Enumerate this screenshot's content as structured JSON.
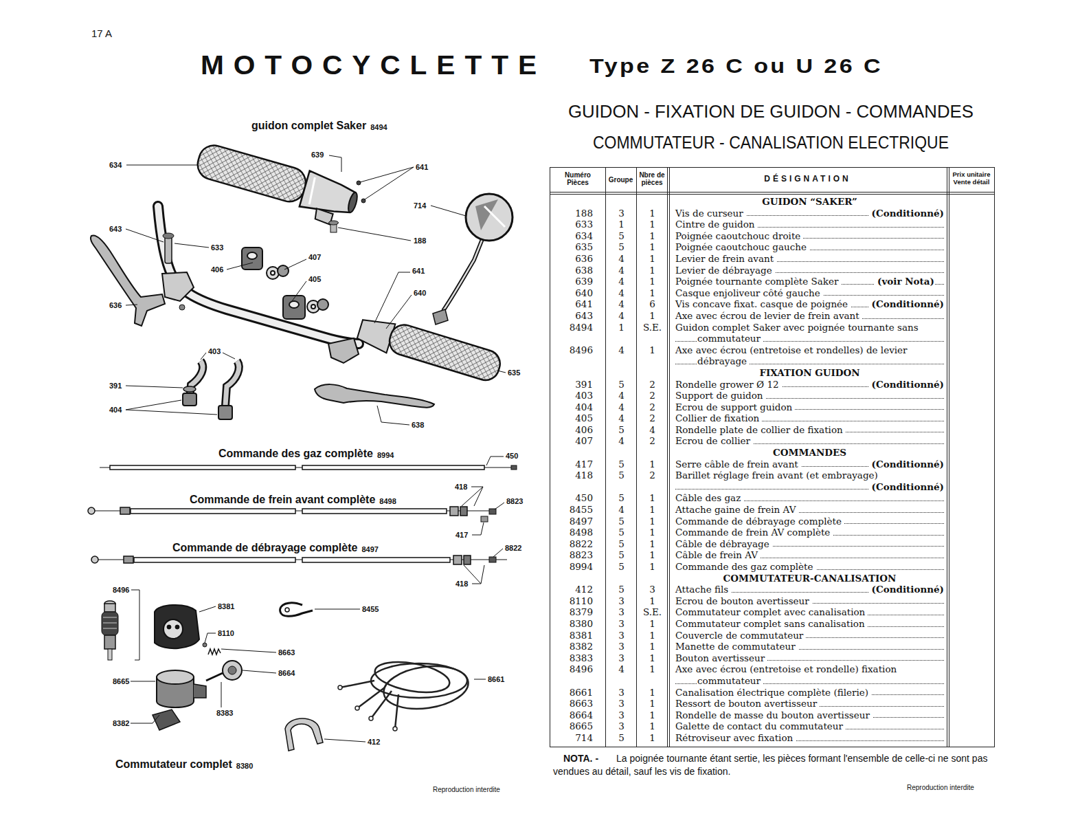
{
  "diagram": {
    "title": "MOTOCYCLETTE",
    "labels": [
      "17 A",
      "Type Z 26 C ou U 26 C",
      "GUIDON - FIXATION DE GUIDON - COMMANDES",
      "COMMUTATEUR - CANALISATION ELECTRIQUE",
      "guidon complet Saker",
      "8494",
      "634",
      "639",
      "641",
      "714",
      "188",
      "643",
      "633",
      "407",
      "406",
      "405",
      "641",
      "640",
      "636",
      "403",
      "635",
      "391",
      "404",
      "638",
      "450",
      "418",
      "8823",
      "417",
      "8822",
      "418",
      "8496",
      "8381",
      "8455",
      "8110",
      "8663",
      "8664",
      "8665",
      "8661",
      "8382",
      "8383",
      "412",
      "Commande des gaz complète",
      "8994",
      "Commande de frein avant complète",
      "8498",
      "Commande de débrayage complète",
      "8497",
      "Commutateur complet",
      "8380",
      "NOTA. -",
      "La poignée tournante étant sertie, les pièces formant l'ensemble de celle-ci ne sont pas vendues au détail, sauf les vis de fixation.",
      "Reproduction interdite",
      "Reproduction interdite",
      "Numéro Pièces",
      "Groupe",
      "Nbre de pièces",
      "DÉSIGNATION",
      "Prix unitaire Vente détail",
      "GUIDON “SAKER”",
      "188",
      "3",
      "1",
      "Vis de curseur",
      "(Conditionné)",
      "633",
      "1",
      "1",
      "Cintre de guidon",
      "634",
      "5",
      "1",
      "Poignée caoutchouc droite",
      "635",
      "5",
      "1",
      "Poignée caoutchouc gauche",
      "636",
      "4",
      "1",
      "Levier de frein avant",
      "638",
      "4",
      "1",
      "Levier de débrayage",
      "639",
      "4",
      "1",
      "Poignée tournante complète Saker",
      "(voir Nota)",
      "640",
      "4",
      "1",
      "Casque enjoliveur côté gauche",
      "641",
      "4",
      "6",
      "Vis concave fixat. casque de poignée",
      "(Conditionné)",
      "643",
      "4",
      "1",
      "Axe avec écrou de levier de frein avant",
      "8494",
      "1",
      "S.E.",
      "Guidon complet Saker avec poignée tournante sans commutateur",
      "8496",
      "4",
      "1",
      "Axe avec écrou (entretoise et rondelles) de levier débrayage",
      "FIXATION GUIDON",
      "391",
      "5",
      "2",
      "Rondelle grower Ø 12",
      "(Conditionné)",
      "403",
      "4",
      "2",
      "Support de guidon",
      "404",
      "4",
      "2",
      "Ecrou de support guidon",
      "405",
      "4",
      "2",
      "Collier de fixation",
      "406",
      "5",
      "4",
      "Rondelle plate de collier de fixation",
      "407",
      "4",
      "2",
      "Ecrou de collier",
      "COMMANDES",
      "417",
      "5",
      "1",
      "Serre câble de frein avant",
      "(Conditionné)",
      "418",
      "5",
      "2",
      "Barillet réglage frein avant (et embrayage)",
      "(Conditionné)",
      "450",
      "5",
      "1",
      "Câble des gaz",
      "8455",
      "4",
      "1",
      "Attache gaine de frein AV",
      "8497",
      "5",
      "1",
      "Commande de débrayage complète",
      "8498",
      "5",
      "1",
      "Commande de frein AV complète",
      "8822",
      "5",
      "1",
      "Câble de débrayage",
      "8823",
      "5",
      "1",
      "Câble de frein AV",
      "8994",
      "5",
      "1",
      "Commande des gaz complète",
      "COMMUTATEUR-CANALISATION",
      "412",
      "5",
      "3",
      "Attache fils",
      "(Conditionné)",
      "8110",
      "3",
      "1",
      "Ecrou de bouton avertisseur",
      "8379",
      "3",
      "S.E.",
      "Commutateur complet avec canalisation",
      "8380",
      "3",
      "1",
      "Commutateur complet sans canalisation",
      "8381",
      "3",
      "1",
      "Couvercle de commutateur",
      "8382",
      "3",
      "1",
      "Manette de commutateur",
      "8383",
      "3",
      "1",
      "Bouton avertisseur",
      "8496",
      "4",
      "1",
      "Axe avec écrou (entretoise et rondelle) fixation commutateur",
      "8661",
      "3",
      "1",
      "Canalisation électrique complète (filerie)",
      "8663",
      "3",
      "1",
      "Ressort de bouton avertisseur",
      "8664",
      "3",
      "1",
      "Rondelle de masse du bouton avertisseur",
      "8665",
      "3",
      "1",
      "Galette de contact du commutateur",
      "714",
      "5",
      "1",
      "Rétroviseur avec fixation"
    ]
  }
}
